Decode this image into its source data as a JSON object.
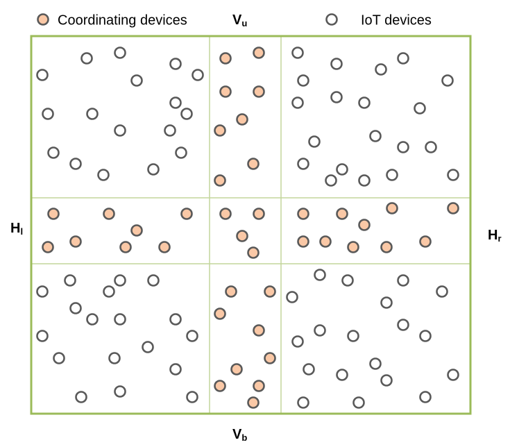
{
  "legend": {
    "coordinating": "Coordinating devices",
    "iot": "IoT devices"
  },
  "labels": {
    "top": {
      "main": "V",
      "sub": "u"
    },
    "bottom": {
      "main": "V",
      "sub": "b"
    },
    "left": {
      "main": "H",
      "sub": "l"
    },
    "right": {
      "main": "H",
      "sub": "r"
    }
  },
  "colors": {
    "border": "#9BBB59",
    "grid": "#C3D69B",
    "node_stroke": "#595959",
    "coordinating_fill": "#FAC8A6",
    "iot_fill": "#FFFFFF"
  }
}
